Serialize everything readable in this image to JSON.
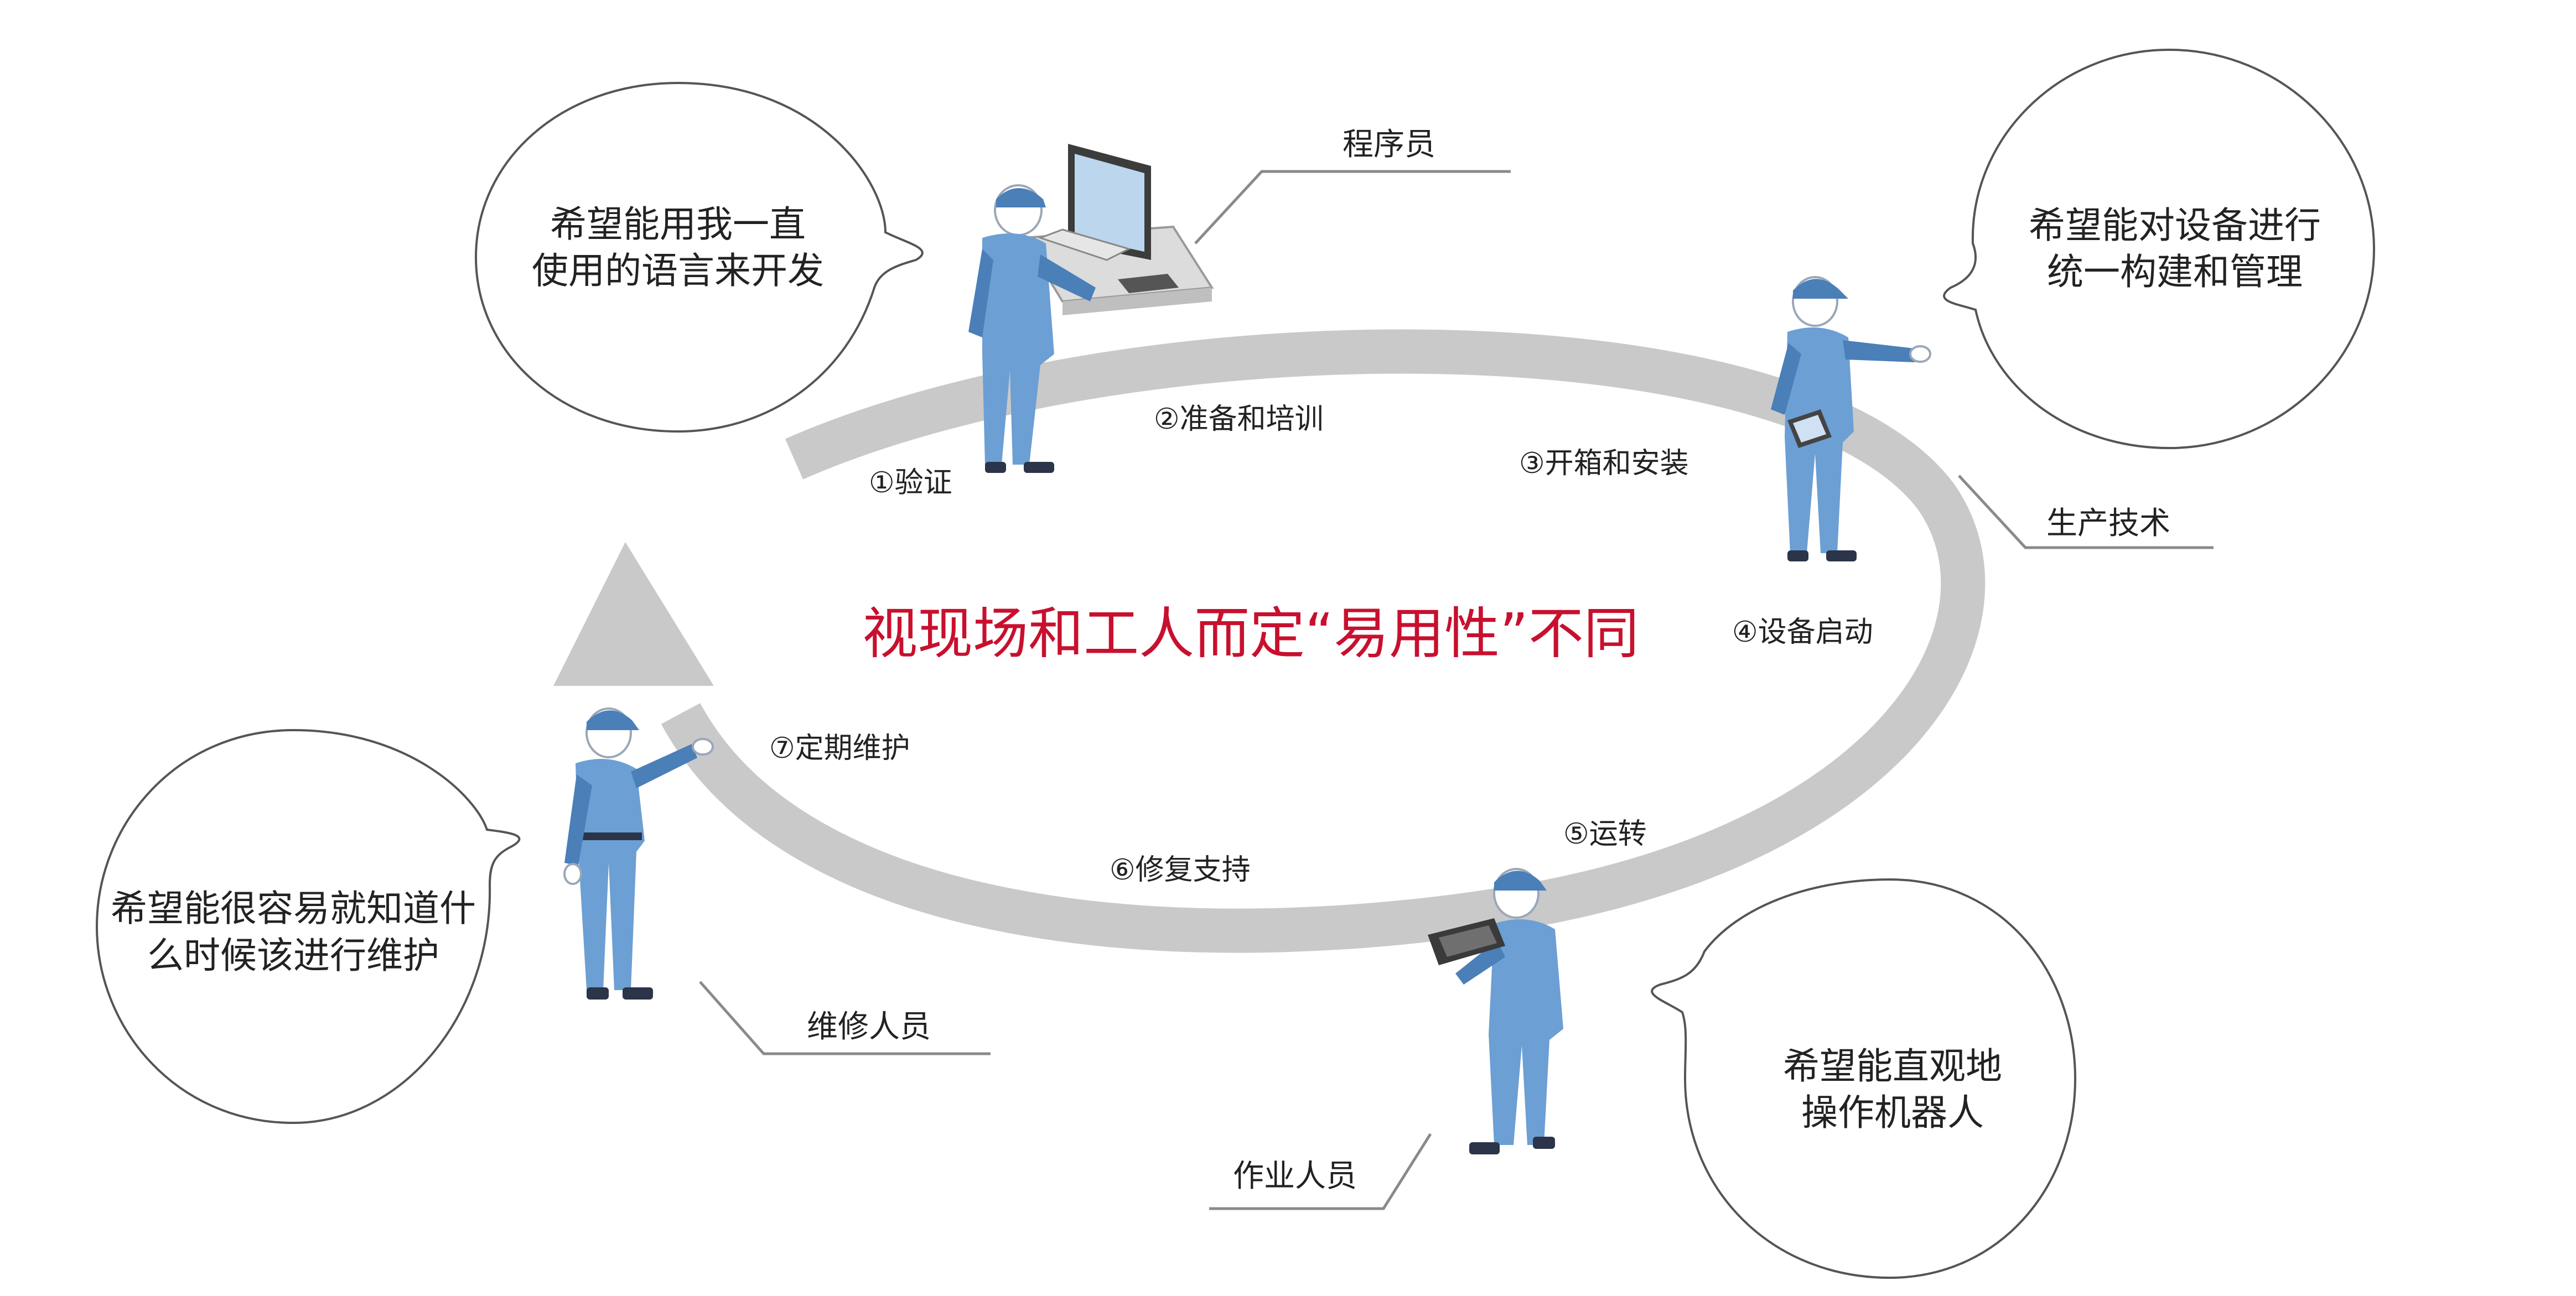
{
  "center_title": "视现场和工人而定“易用性”不同",
  "steps": [
    "①验证",
    "②准备和培训",
    "③开箱和安装",
    "④设备启动",
    "⑤运转",
    "⑥修复支持",
    "⑦定期维护"
  ],
  "roles": {
    "programmer": "程序员",
    "production_engineer": "生产技术",
    "operator": "作业人员",
    "maintenance": "维修人员"
  },
  "bubbles": {
    "programmer": [
      "希望能用我一直",
      "使用的语言来开发"
    ],
    "production_engineer": [
      "希望能对设备进行",
      "统一构建和管理"
    ],
    "operator": [
      "希望能直观地",
      "操作机器人"
    ],
    "maintenance": [
      "希望能很容易就知道什",
      "么时候该进行维护"
    ]
  },
  "colors": {
    "ring": "#c9c9c9",
    "title": "#c8102e",
    "worker": "#6c9fd4"
  }
}
